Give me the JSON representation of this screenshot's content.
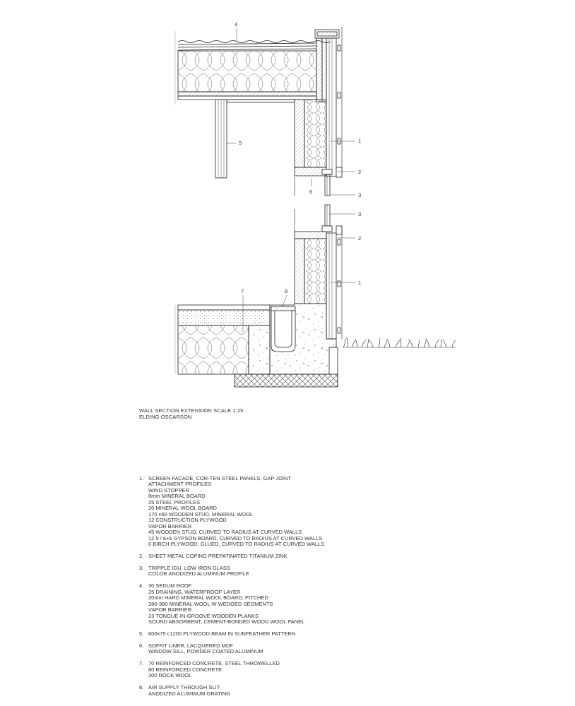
{
  "callouts": {
    "c4_top": "4",
    "c5": "5",
    "c1_upper": "1",
    "c2_upper": "2",
    "c6": "6",
    "c3_upper": "3",
    "c3_lower": "3",
    "c2_lower": "2",
    "c1_lower": "1",
    "c7": "7",
    "c8": "8"
  },
  "caption": {
    "title": "WALL SECTION EXTENSION SCALE 1:25",
    "author": "ELDING OSCARSON"
  },
  "notes": [
    {
      "num": "1.",
      "lines": [
        "SCREEN FACADE, COR-TEN STEEL PANELS, GAP JOINT",
        "ATTACHMENT PROFILES",
        "WIND STOPPER",
        "8mm MINERAL BOARD",
        "25 STEEL PROFILES",
        "20 MINERAL WOOL BOARD",
        "170 c60 WOODEN STUD, MINERAL WOOL",
        "12 CONSTRUCTION PLYWOOD",
        "VAPOR BARRIER",
        "45 WOODEN STUD, CURVED TO RADIUS AT CURVED WALLS",
        "12.5 / 6+6 GYPSON BOARD, CURVED TO RADIUS AT CURVED WALLS",
        "6 BIRCH PLYWOOD, GLUED, CURVED TO RADIUS AT CURVED WALLS"
      ]
    },
    {
      "num": "2.",
      "lines": [
        "SHEET METAL COPING PREPATINATED TITANIUM ZINK"
      ]
    },
    {
      "num": "3.",
      "lines": [
        "TRIPPLE IGU, LOW IRON GLASS",
        "COLOR ANODIZED ALUMINUM PROFILE"
      ]
    },
    {
      "num": "4.",
      "lines": [
        "30 SEDUM ROOF",
        "25 DRAINING, WATERPROOF LAYER",
        "20mm HARD MINERAL WOOL BOARD, PITCHED",
        "280-380 MINERAL WOOL W WEDGED SEGMENTS",
        "VAPOR BARRIER",
        "23 TONGUE-IN-GROOVE WOODEN PLANKS",
        "SOUND ABSORBENT, CEMENT-BONDED WOOD WOOL PANEL"
      ]
    },
    {
      "num": "5.",
      "lines": [
        "600x75 c1200 PLYWOOD BEAM IN SUNFEATHER PATTERN"
      ]
    },
    {
      "num": "6.",
      "lines": [
        "SOFFIT LINER, LACQUERED MDF",
        "WINDOW SILL, POWDER COATED ALUMINUM"
      ]
    },
    {
      "num": "7.",
      "lines": [
        "70 REINFORCED CONCRETE, STEEL THROWELLED",
        "80 REINFORCED CONCRETE",
        "300 ROCK WOOL"
      ]
    },
    {
      "num": "8.",
      "lines": [
        "AIR SUPPLY THROUGH SLIT",
        "ANODIZED ALUMINUM GRATING"
      ]
    }
  ]
}
